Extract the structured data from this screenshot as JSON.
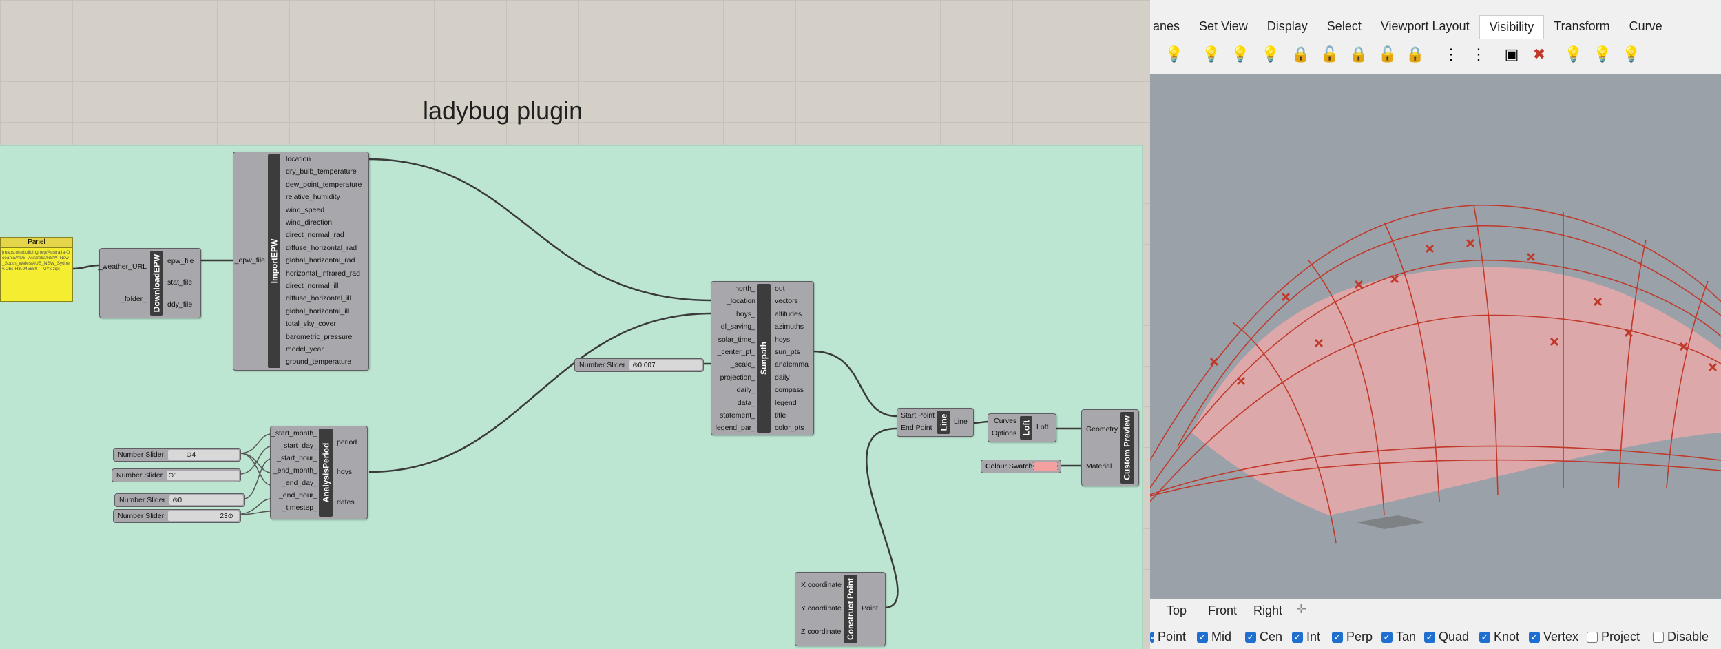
{
  "canvas": {
    "group_title": "ladybug plugin"
  },
  "panel": {
    "title": "Panel",
    "text": "[maps.onebuilding.org/Australia-Oceania/AUS_Australia/NSW_New_South_Wales/AUS_NSW_Sydney.Obs-Hill.945680_TMYx.zip]"
  },
  "download_epw": {
    "name": "DownloadEPW",
    "inputs": [
      "_weather_URL",
      "_folder_"
    ],
    "outputs": [
      "epw_file",
      "stat_file",
      "ddy_file"
    ]
  },
  "import_epw": {
    "name": "ImportEPW",
    "inputs": [
      "_epw_file"
    ],
    "outputs": [
      "location",
      "dry_bulb_temperature",
      "dew_point_temperature",
      "relative_humidity",
      "wind_speed",
      "wind_direction",
      "direct_normal_rad",
      "diffuse_horizontal_rad",
      "global_horizontal_rad",
      "horizontal_infrared_rad",
      "direct_normal_ill",
      "diffuse_horizontal_ill",
      "global_horizontal_ill",
      "total_sky_cover",
      "barometric_pressure",
      "model_year",
      "ground_temperature"
    ]
  },
  "sunpath": {
    "name": "Sunpath",
    "inputs": [
      "north_",
      "_location",
      "hoys_",
      "dl_saving_",
      "solar_time_",
      "_center_pt_",
      "_scale_",
      "projection_",
      "daily_",
      "data_",
      "statement_",
      "legend_par_"
    ],
    "outputs": [
      "out",
      "vectors",
      "altitudes",
      "azimuths",
      "hoys",
      "sun_pts",
      "analemma",
      "daily",
      "compass",
      "legend",
      "title",
      "color_pts"
    ]
  },
  "analysis_period": {
    "name": "AnalysisPeriod",
    "inputs": [
      "_start_month_",
      "_start_day_",
      "_start_hour_",
      "_end_month_",
      "_end_day_",
      "_end_hour_",
      "_timestep_"
    ],
    "outputs": [
      "period",
      "hoys",
      "dates"
    ]
  },
  "sliders": [
    {
      "name": "Number Slider",
      "value": "0.007"
    },
    {
      "name": "Number Slider",
      "value": "4"
    },
    {
      "name": "Number Slider",
      "value": "1"
    },
    {
      "name": "Number Slider",
      "value": "0"
    },
    {
      "name": "Number Slider",
      "value": "23"
    }
  ],
  "line": {
    "name": "Line",
    "inputs": [
      "Start Point",
      "End Point"
    ],
    "outputs": [
      "Line"
    ]
  },
  "loft": {
    "name": "Loft",
    "inputs": [
      "Curves",
      "Options"
    ],
    "outputs": [
      "Loft"
    ]
  },
  "custom_preview": {
    "name": "Custom Preview",
    "inputs": [
      "Geometry",
      "Material"
    ]
  },
  "colour_swatch": {
    "name": "Colour Swatch",
    "color": "#f4a0a0"
  },
  "construct_point": {
    "name": "Construct Point",
    "inputs": [
      "X coordinate",
      "Y coordinate",
      "Z coordinate"
    ],
    "outputs": [
      "Point"
    ]
  },
  "rhino": {
    "tabs": [
      "anes",
      "Set View",
      "Display",
      "Select",
      "Viewport Layout",
      "Visibility",
      "Transform",
      "Curve"
    ],
    "active_tab": "Visibility",
    "viewport_tabs": [
      "Top",
      "Front",
      "Right"
    ],
    "add_tab_icon": "plus-icon",
    "osnaps": [
      {
        "label": "Point",
        "checked": true
      },
      {
        "label": "Mid",
        "checked": true
      },
      {
        "label": "Cen",
        "checked": true
      },
      {
        "label": "Int",
        "checked": true
      },
      {
        "label": "Perp",
        "checked": true
      },
      {
        "label": "Tan",
        "checked": true
      },
      {
        "label": "Quad",
        "checked": true
      },
      {
        "label": "Knot",
        "checked": true
      },
      {
        "label": "Vertex",
        "checked": true
      },
      {
        "label": "Project",
        "checked": false
      },
      {
        "label": "Disable",
        "checked": false
      }
    ],
    "viewport_bg": "#9aa1a8",
    "accent_red": "#c0392b"
  }
}
